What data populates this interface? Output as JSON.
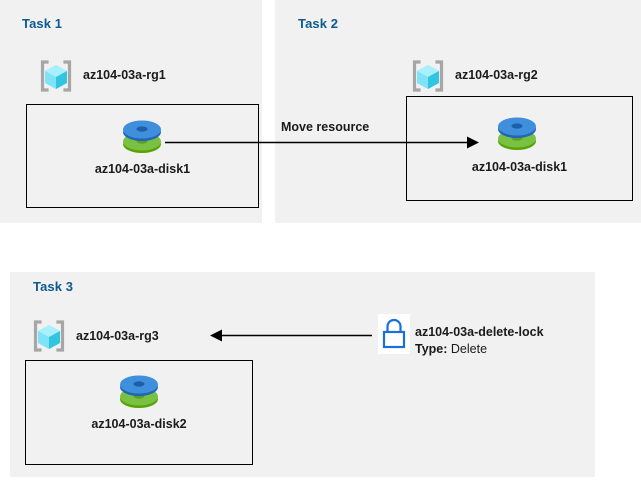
{
  "diagram": {
    "title_color": "#0d5a8f",
    "panel_bg": "#f1f1f1",
    "line_color": "#000000"
  },
  "panels": [
    {
      "id": "task1",
      "title": "Task 1",
      "resource_group": {
        "icon": "resource-group-icon",
        "label": "az104-03a-rg1"
      },
      "resource": {
        "icon": "managed-disk-icon",
        "label": "az104-03a-disk1"
      }
    },
    {
      "id": "task2",
      "title": "Task 2",
      "resource_group": {
        "icon": "resource-group-icon",
        "label": "az104-03a-rg2"
      },
      "resource": {
        "icon": "managed-disk-icon",
        "label": "az104-03a-disk1"
      }
    },
    {
      "id": "task3",
      "title": "Task 3",
      "resource_group": {
        "icon": "resource-group-icon",
        "label": "az104-03a-rg3"
      },
      "resource": {
        "icon": "managed-disk-icon",
        "label": "az104-03a-disk2"
      }
    }
  ],
  "connectors": {
    "move": {
      "label": "Move resource",
      "direction": "right"
    },
    "lock": {
      "direction": "left"
    }
  },
  "lock": {
    "icon": "padlock-icon",
    "name": "az104-03a-delete-lock",
    "type_key": "Type:",
    "type_value": "Delete",
    "accent_color": "#1a6fe0"
  }
}
